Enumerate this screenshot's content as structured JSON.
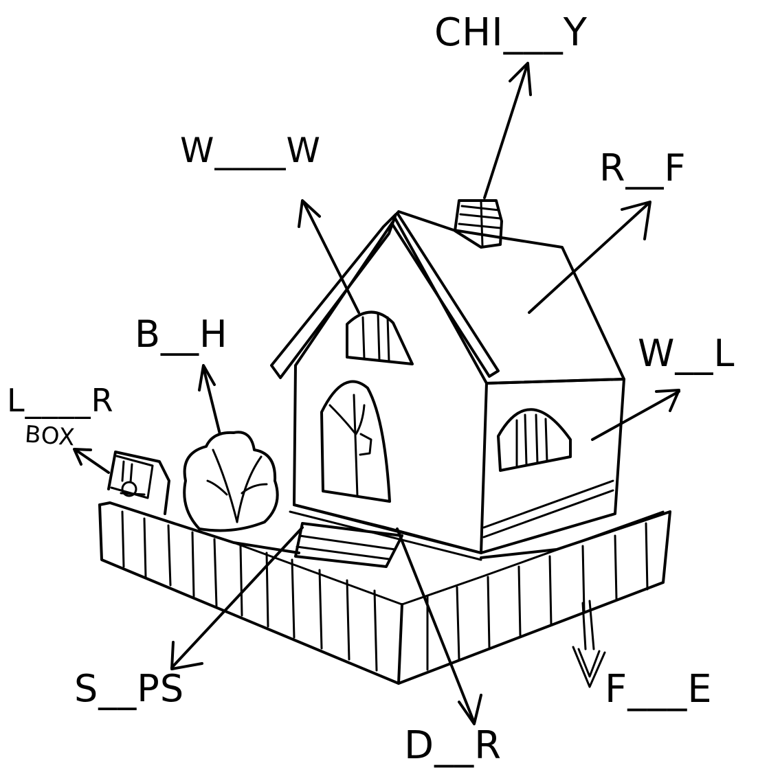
{
  "labels": {
    "chimney": "CHI___Y",
    "window": "W____W",
    "roof": "R__F",
    "bush": "B__H",
    "wall": "W__L",
    "letterbox": "L____R",
    "box": "BOX",
    "steps": "S__PS",
    "door": "D__R",
    "fence": "F___E"
  },
  "colors": {
    "ink": "#000000",
    "paper": "#ffffff"
  }
}
